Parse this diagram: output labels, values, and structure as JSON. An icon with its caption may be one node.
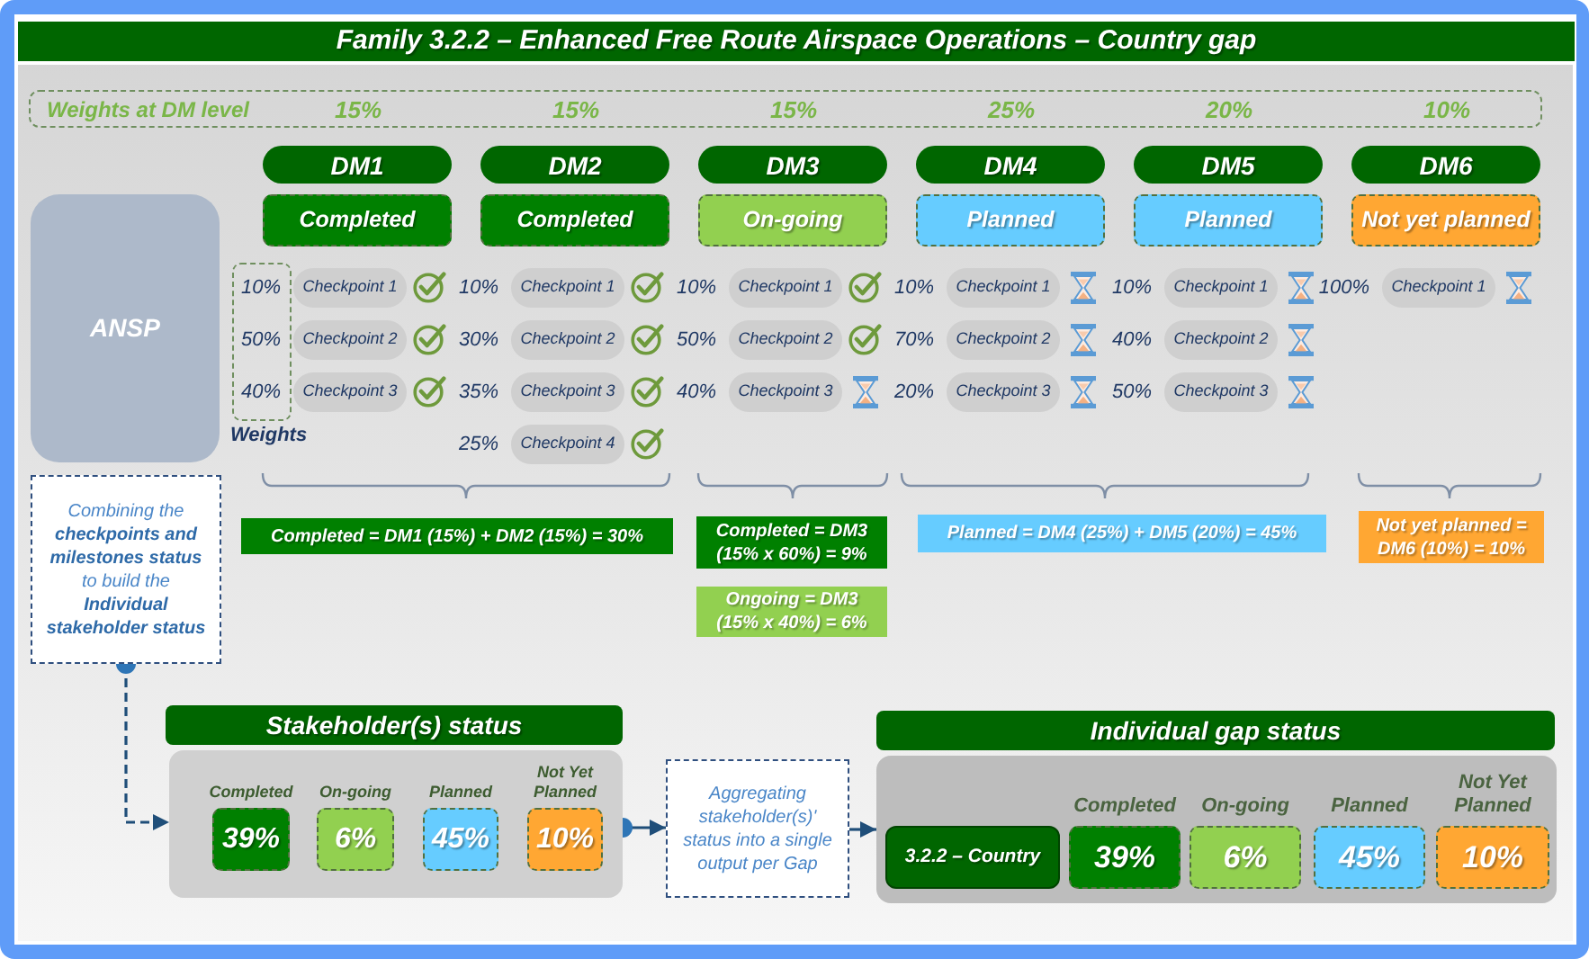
{
  "diagram": {
    "title": "Family 3.2.2 – Enhanced Free Route Airspace Operations – Country gap",
    "nodes": [
      {
        "text": [
          "Weights at DM level",
          "15%",
          "15%",
          "15%",
          "25%",
          "20%",
          "10%"
        ]
      },
      {
        "text": [
          "DM1"
        ]
      },
      {
        "text": [
          "DM2"
        ]
      },
      {
        "text": [
          "DM3"
        ]
      },
      {
        "text": [
          "DM4"
        ]
      },
      {
        "text": [
          "DM5"
        ]
      },
      {
        "text": [
          "DM6"
        ]
      },
      {
        "text": [
          "ANSP"
        ]
      },
      {
        "text": [
          "Completed"
        ]
      },
      {
        "text": [
          "Completed"
        ]
      },
      {
        "text": [
          "On-going"
        ]
      },
      {
        "text": [
          "Planned"
        ]
      },
      {
        "text": [
          "Planned"
        ]
      },
      {
        "text": [
          "Not yet planned"
        ]
      },
      {
        "text": [
          "Checkpoint 1"
        ],
        "beside": [
          "10%"
        ]
      },
      {
        "text": [
          "Checkpoint 1"
        ],
        "beside": [
          "10%"
        ]
      },
      {
        "text": [
          "Checkpoint 1"
        ],
        "beside": [
          "10%"
        ]
      },
      {
        "text": [
          "Checkpoint 1"
        ],
        "beside": [
          "10%"
        ]
      },
      {
        "text": [
          "Checkpoint 1"
        ],
        "beside": [
          "10%"
        ]
      },
      {
        "text": [
          "Checkpoint 1"
        ],
        "beside": [
          "100%"
        ]
      },
      {
        "text": [
          "Checkpoint 2"
        ],
        "beside": [
          "50%"
        ]
      },
      {
        "text": [
          "Checkpoint 2"
        ],
        "beside": [
          "30%"
        ]
      },
      {
        "text": [
          "Checkpoint 2"
        ],
        "beside": [
          "50%"
        ]
      },
      {
        "text": [
          "Checkpoint 2"
        ],
        "beside": [
          "70%"
        ]
      },
      {
        "text": [
          "Checkpoint 2"
        ],
        "beside": [
          "40%"
        ]
      },
      {
        "text": [
          "Checkpoint 3"
        ],
        "beside": [
          "40%"
        ]
      },
      {
        "text": [
          "Checkpoint 3"
        ],
        "beside": [
          "35%"
        ]
      },
      {
        "text": [
          "Checkpoint 3"
        ],
        "beside": [
          "40%"
        ]
      },
      {
        "text": [
          "Checkpoint 3"
        ],
        "beside": [
          "20%"
        ]
      },
      {
        "text": [
          "Checkpoint 3"
        ],
        "beside": [
          "50%"
        ]
      },
      {
        "text": [
          "Checkpoint 4"
        ],
        "beside": [
          "25%"
        ]
      },
      {
        "text": [
          "Combining the **checkpoints and milestones status** to build the **Individual stakeholder status**"
        ]
      },
      {
        "text": [
          "Completed = DM1 (15%) + DM2 (15%) = 30%"
        ]
      },
      {
        "text": [
          "Completed = DM3 (15% x 60%) = 9%"
        ]
      },
      {
        "text": [
          "Planned = DM4 (25%) + DM5 (20%) = 45%"
        ]
      },
      {
        "text": [
          "Not yet planned = DM6 (10%) = 10%"
        ]
      },
      {
        "text": [
          "Ongoing = DM3 (15% x 40%) = 6%"
        ]
      },
      {
        "text": [
          "Stakeholder(s) status"
        ]
      },
      {
        "text": [],
        "shape": "box"
      },
      {
        "text": [
          "39%"
        ],
        "beside": [
          "Completed"
        ],
        "in": 38
      },
      {
        "text": [
          "6%"
        ],
        "beside": [
          "On-going"
        ],
        "in": 38
      },
      {
        "text": [
          "45%"
        ],
        "beside": [
          "Planned"
        ],
        "in": 38
      },
      {
        "text": [
          "10%"
        ],
        "beside": [
          "Not Yet Planned"
        ],
        "in": 38
      },
      {
        "text": [
          "Aggregating stakeholder(s)' status into a single output per Gap"
        ]
      },
      {
        "text": [
          "Individual gap status"
        ]
      },
      {
        "text": [],
        "shape": "box"
      },
      {
        "text": [
          "3.2.2 – Country"
        ],
        "in": 45
      },
      {
        "text": [
          "39%"
        ],
        "beside": [
          "Completed"
        ],
        "in": 45
      },
      {
        "text": [
          "6%"
        ],
        "beside": [
          "On-going"
        ],
        "in": 45
      },
      {
        "text": [
          "45%"
        ],
        "beside": [
          "Planned"
        ],
        "in": 45
      },
      {
        "text": [
          "10%"
        ],
        "beside": [
          "Not Yet Planned"
        ],
        "in": 45
      }
    ],
    "edges": [
      {
        "from": 31,
        "to": 38,
        "arrow": "to",
        "style": "dashed"
      },
      {
        "from": 38,
        "to": 43,
        "arrow": "to"
      },
      {
        "from": 43,
        "to": 45,
        "arrow": "to"
      }
    ],
    "labels": [
      "Weights"
    ]
  }
}
